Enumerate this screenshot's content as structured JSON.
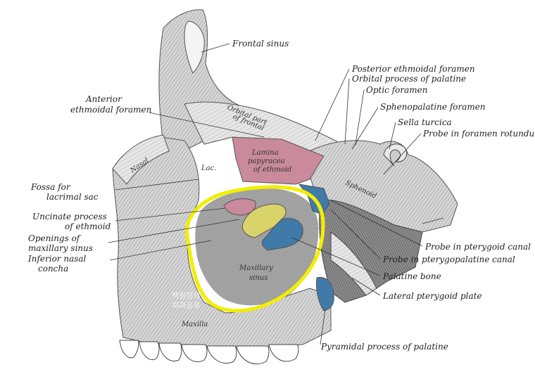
{
  "labels": {
    "frontal_sinus": "Frontal sinus",
    "posterior_ethmoidal_foramen": "Posterior ethmoidal foramen",
    "orbital_process_palatine": "Orbital process of palatine",
    "optic_foramen": "Optic foramen",
    "anterior_ethmoidal_foramen_1": "Anterior",
    "anterior_ethmoidal_foramen_2": "ethmoidal foramen",
    "sphenopalatine_foramen": "Sphenopalatine foramen",
    "sella_turcica": "Sella turcica",
    "probe_foramen_rotundum": "Probe in foramen rotundum",
    "fossa_lacrimal_1": "Fossa for",
    "fossa_lacrimal_2": "lacrimal sac",
    "uncinate_1": "Uncinate process",
    "uncinate_2": "of ethmoid",
    "openings_1": "Openings of",
    "openings_2": "maxillary sinus",
    "inferior_concha_1": "Inferior nasal",
    "inferior_concha_2": "concha",
    "probe_pterygoid_canal": "Probe in pterygoid canal",
    "probe_pterygopalatine_canal": "Probe in pterygopalatine canal",
    "palatine_bone": "Palatine bone",
    "lateral_pterygoid_plate": "Lateral pterygoid plate",
    "pyramidal_process": "Pyramidal process of palatine"
  },
  "inner_labels": {
    "orbital_part_1": "Orbital part",
    "orbital_part_2": "of frontal",
    "lamina_1": "Lamina",
    "lamina_2": "papyracea",
    "lamina_3": "of ethmoid",
    "nasal": "Nasal",
    "lac": "Lac.",
    "sphenoid": "Sphenoid",
    "maxillary_sinus_1": "Maxillary",
    "maxillary_sinus_2": "sinus",
    "maxilla": "Maxilla"
  },
  "watermark": {
    "line1": "백원장의",
    "line2": "치과공부"
  },
  "colors": {
    "lamina_papyracea": "#c98a9c",
    "palatine_yellow": "#d8d46a",
    "palatine_blue": "#3f7aa8",
    "highlight_outline": "#f2ee00",
    "bone_shading": "#9a9a9a"
  }
}
